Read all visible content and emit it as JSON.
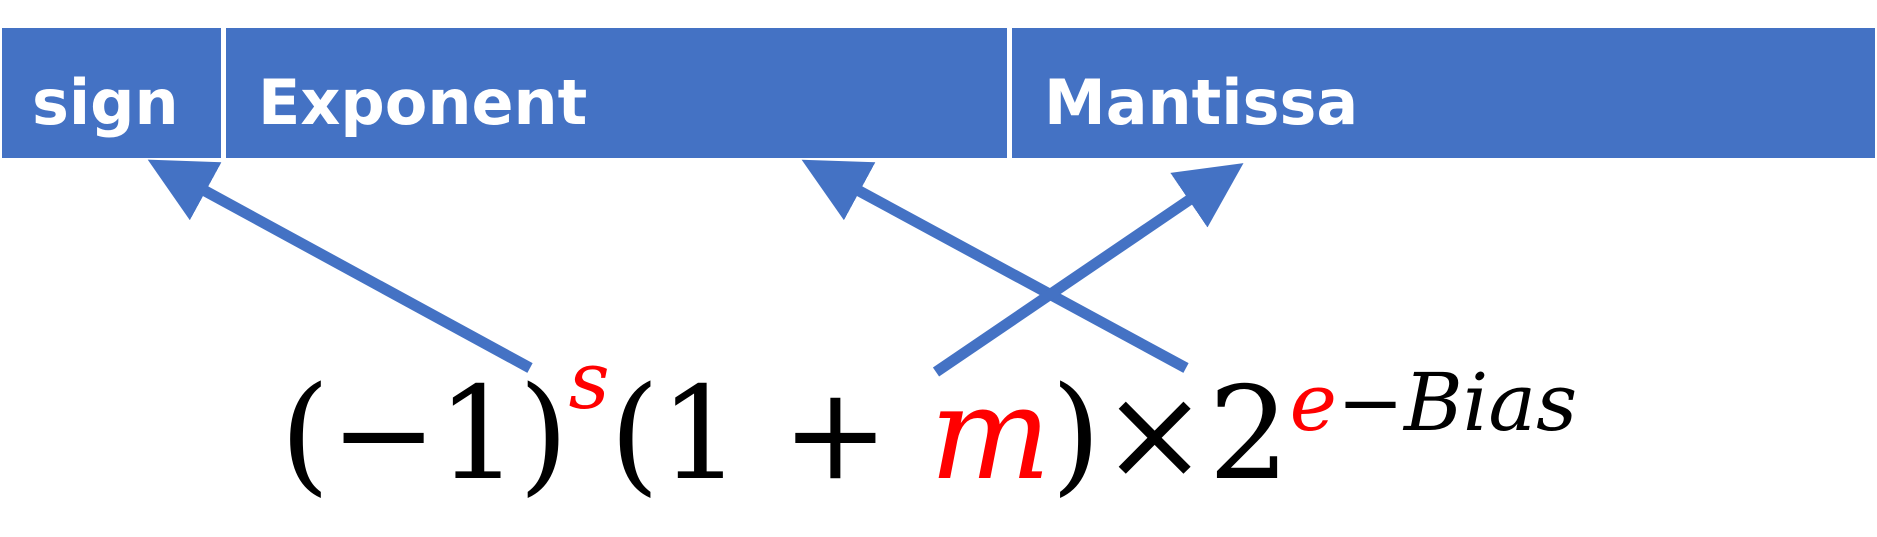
{
  "fields": [
    {
      "key": "sign",
      "label": "sign"
    },
    {
      "key": "exponent",
      "label": "Exponent"
    },
    {
      "key": "mantissa",
      "label": "Mantissa"
    }
  ],
  "formula": {
    "prefix": "(−1)",
    "sign_var": "s",
    "open": "(1 + ",
    "mantissa_var": "m",
    "close": ")×2",
    "exp_var": "e",
    "exp_rest": "−Bias"
  },
  "colors": {
    "field_fill": "#4472C4",
    "field_text": "#FFFFFF",
    "arrow": "#4472C4",
    "highlight_var": "#FF0000",
    "text": "#000000"
  }
}
